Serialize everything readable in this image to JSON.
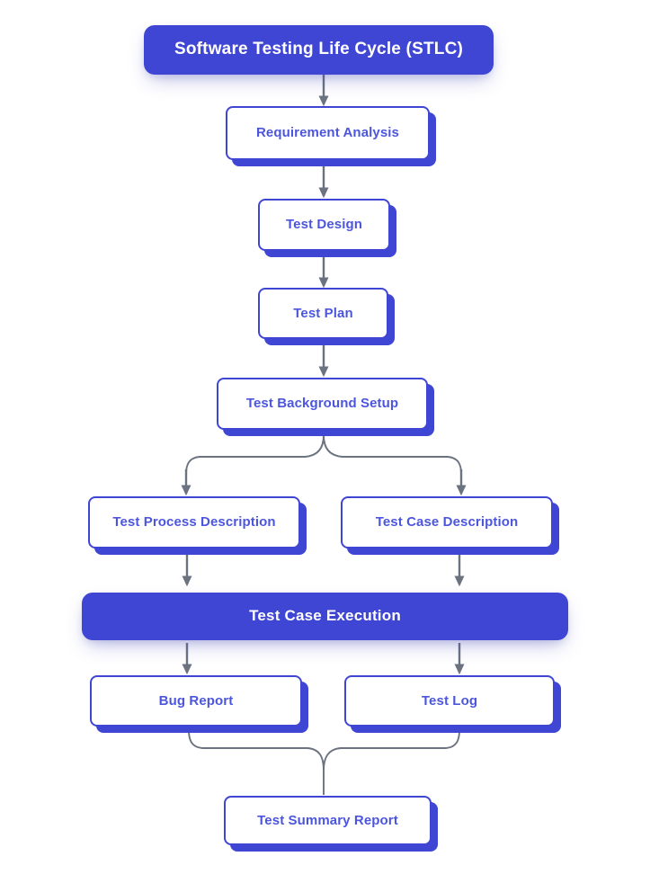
{
  "diagram": {
    "title": "Software Testing Life Cycle (STLC)",
    "type": "flowchart",
    "colors": {
      "accent": "#4046d4",
      "node_text": "#4c56dd",
      "filled_text": "#ffffff",
      "connector": "#6b7280",
      "background": "#ffffff"
    },
    "nodes": [
      {
        "id": "stlc",
        "label": "Software Testing Life Cycle (STLC)",
        "style": "filled"
      },
      {
        "id": "requirement",
        "label": "Requirement Analysis",
        "style": "outlined"
      },
      {
        "id": "design",
        "label": "Test Design",
        "style": "outlined"
      },
      {
        "id": "plan",
        "label": "Test Plan",
        "style": "outlined"
      },
      {
        "id": "background",
        "label": "Test Background Setup",
        "style": "outlined"
      },
      {
        "id": "process",
        "label": "Test Process Description",
        "style": "outlined"
      },
      {
        "id": "case",
        "label": "Test Case Description",
        "style": "outlined"
      },
      {
        "id": "execution",
        "label": "Test Case Execution",
        "style": "filled"
      },
      {
        "id": "bug",
        "label": "Bug Report",
        "style": "outlined"
      },
      {
        "id": "log",
        "label": "Test Log",
        "style": "outlined"
      },
      {
        "id": "summary",
        "label": "Test Summary Report",
        "style": "outlined"
      }
    ],
    "edges": [
      {
        "from": "stlc",
        "to": "requirement",
        "kind": "arrow"
      },
      {
        "from": "requirement",
        "to": "design",
        "kind": "arrow"
      },
      {
        "from": "design",
        "to": "plan",
        "kind": "arrow"
      },
      {
        "from": "plan",
        "to": "background",
        "kind": "arrow"
      },
      {
        "from": "background",
        "to": "process",
        "kind": "fork-arrow"
      },
      {
        "from": "background",
        "to": "case",
        "kind": "fork-arrow"
      },
      {
        "from": "process",
        "to": "execution",
        "kind": "arrow"
      },
      {
        "from": "case",
        "to": "execution",
        "kind": "arrow"
      },
      {
        "from": "execution",
        "to": "bug",
        "kind": "arrow"
      },
      {
        "from": "execution",
        "to": "log",
        "kind": "arrow"
      },
      {
        "from": "bug",
        "to": "summary",
        "kind": "merge"
      },
      {
        "from": "log",
        "to": "summary",
        "kind": "merge"
      }
    ]
  }
}
